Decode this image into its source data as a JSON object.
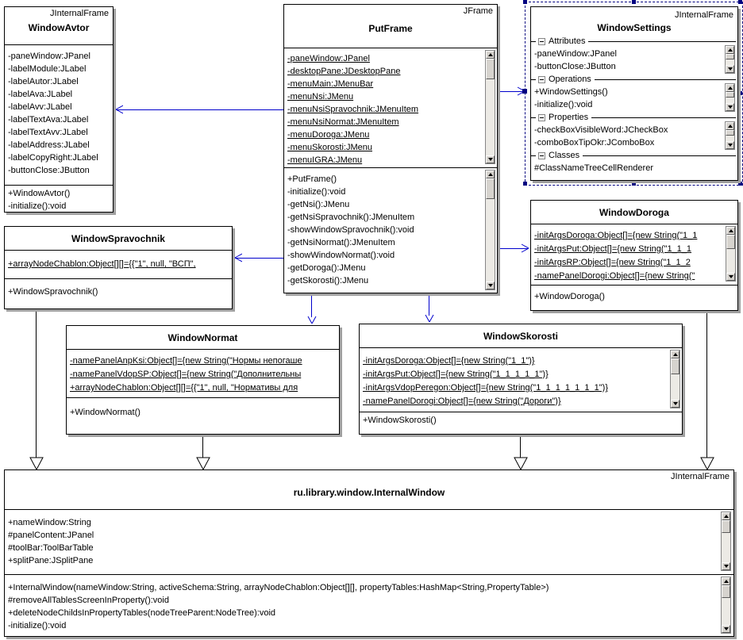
{
  "diagram_type": "uml-class-diagram",
  "colors": {
    "connector_blue": "#0000cc",
    "selection_navy": "#000080",
    "shadow_gray": "#a0a0a0",
    "box_border": "#000000"
  },
  "icons": {
    "collapse_section": "minus-box",
    "scroll_up": "up-triangle",
    "scroll_down": "down-triangle",
    "generalization_head": "hollow-triangle",
    "association_head": "open-arrow"
  },
  "classes": {
    "avtor": {
      "stereotype": "JInternalFrame",
      "title": "WindowAvtor",
      "attributes": [
        "-paneWindow:JPanel",
        "-labelModule:JLabel",
        "-labelAutor:JLabel",
        "-labelAva:JLabel",
        "-labelAvv:JLabel",
        "-labelTextAva:JLabel",
        "-labelTextAvv:JLabel",
        "-labelAddress:JLabel",
        "-labelCopyRight:JLabel",
        "-buttonClose:JButton"
      ],
      "operations": [
        "+WindowAvtor()",
        "-initialize():void"
      ]
    },
    "putframe": {
      "stereotype": "JFrame",
      "title": "PutFrame",
      "attributes": [
        "-paneWindow:JPanel",
        "-desktopPane:JDesktopPane",
        "-menuMain:JMenuBar",
        "-menuNsi:JMenu",
        "-menuNsiSpravochnik:JMenuItem",
        "-menuNsiNormat:JMenuItem",
        "-menuDoroga:JMenu",
        "-menuSkorosti:JMenu",
        "-menuIGRA:JMenu"
      ],
      "operations": [
        "+PutFrame()",
        "-initialize():void",
        "-getNsi():JMenu",
        "-getNsiSpravochnik():JMenuItem",
        "-showWindowSpravochnik():void",
        "-getNsiNormat():JMenuItem",
        "-showWindowNormat():void",
        "-getDoroga():JMenu",
        "-getSkorosti():JMenu"
      ]
    },
    "settings": {
      "stereotype": "JInternalFrame",
      "title": "WindowSettings",
      "sections": [
        {
          "label": "Attributes",
          "rows": [
            "-paneWindow:JPanel",
            "-buttonClose:JButton"
          ]
        },
        {
          "label": "Operations",
          "rows": [
            "+WindowSettings()",
            "-initialize():void"
          ]
        },
        {
          "label": "Properties",
          "rows": [
            "-checkBoxVisibleWord:JCheckBox",
            "-comboBoxTipOkr:JComboBox"
          ]
        },
        {
          "label": "Classes",
          "rows": [
            "#ClassNameTreeCellRenderer"
          ]
        }
      ]
    },
    "spravochnik": {
      "title": "WindowSpravochnik",
      "attributes": [
        "+arrayNodeChablon:Object[][]={{\"1\", null, \"ВСП\","
      ],
      "operations": [
        "+WindowSpravochnik()"
      ]
    },
    "doroga": {
      "title": "WindowDoroga",
      "attributes": [
        "-initArgsDoroga:Object[]={new String(\"1_1",
        "-initArgsPut:Object[]={new String(\"1_1_1",
        "-initArgsRP:Object[]={new String(\"1_1_2",
        "-namePanelDorogi:Object[]={new String(\""
      ],
      "operations": [
        "+WindowDoroga()"
      ]
    },
    "normat": {
      "title": "WindowNormat",
      "attributes": [
        "-namePanelAnpKsi:Object[]={new String(\"Нормы непогаше",
        "-namePanelVdopSP:Object[]={new String(\"Дополнительны",
        "+arrayNodeChablon:Object[][]={{\"1\", null, \"Нормативы для"
      ],
      "operations": [
        "+WindowNormat()"
      ]
    },
    "skorosti": {
      "title": "WindowSkorosti",
      "attributes": [
        "-initArgsDoroga:Object[]={new String(\"1_1\")}",
        "-initArgsPut:Object[]={new String(\"1_1_1_1_1\")}",
        "-initArgsVdopPeregon:Object[]={new String(\"1_1_1_1_1_1_1\")}",
        "-namePanelDorogi:Object[]={new String(\"Дороги\")}"
      ],
      "operations": [
        "+WindowSkorosti()"
      ]
    },
    "internalwindow": {
      "stereotype": "JInternalFrame",
      "title": "ru.library.window.InternalWindow",
      "attributes": [
        "+nameWindow:String",
        "#panelContent:JPanel",
        "#toolBar:ToolBarTable",
        "+splitPane:JSplitPane"
      ],
      "operations": [
        "+InternalWindow(nameWindow:String, activeSchema:String, arrayNodeChablon:Object[][], propertyTables:HashMap<String,PropertyTable>)",
        "#removeAllTablesScreenInProperty():void",
        "+deleteNodeChildsInPropertyTables(nodeTreeParent:NodeTree):void",
        "-initialize():void"
      ]
    }
  },
  "relations": [
    {
      "from": "PutFrame",
      "to": "WindowAvtor",
      "type": "association-arrow"
    },
    {
      "from": "PutFrame",
      "to": "WindowSettings",
      "type": "association-arrow"
    },
    {
      "from": "PutFrame",
      "to": "WindowSpravochnik",
      "type": "association-arrow"
    },
    {
      "from": "PutFrame",
      "to": "WindowDoroga",
      "type": "association-arrow"
    },
    {
      "from": "PutFrame",
      "to": "WindowNormat",
      "type": "association-arrow"
    },
    {
      "from": "PutFrame",
      "to": "WindowSkorosti",
      "type": "association-arrow"
    },
    {
      "from": "WindowSpravochnik",
      "to": "ru.library.window.InternalWindow",
      "type": "generalization"
    },
    {
      "from": "WindowNormat",
      "to": "ru.library.window.InternalWindow",
      "type": "generalization"
    },
    {
      "from": "WindowSkorosti",
      "to": "ru.library.window.InternalWindow",
      "type": "generalization"
    },
    {
      "from": "WindowDoroga",
      "to": "ru.library.window.InternalWindow",
      "type": "generalization"
    }
  ]
}
